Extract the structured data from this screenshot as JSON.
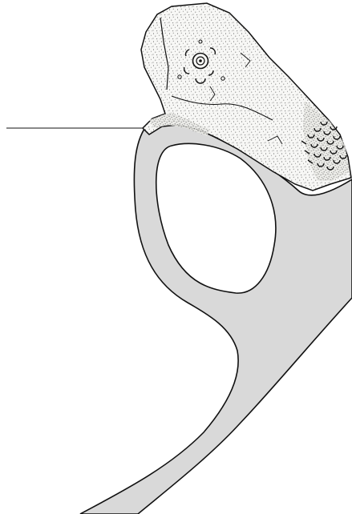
{
  "figure": {
    "background": "#ffffff",
    "reconstruction_fill": "#d9d9d9",
    "outline_color": "#111111",
    "fragment_fill": "#f7f7f5",
    "stipple_color": "#3a3a3a",
    "parts": [
      "leader-line",
      "reconstructed-frame",
      "central-opening",
      "stippled-fragment",
      "ring-and-dot-motif",
      "scale-pattern"
    ]
  }
}
